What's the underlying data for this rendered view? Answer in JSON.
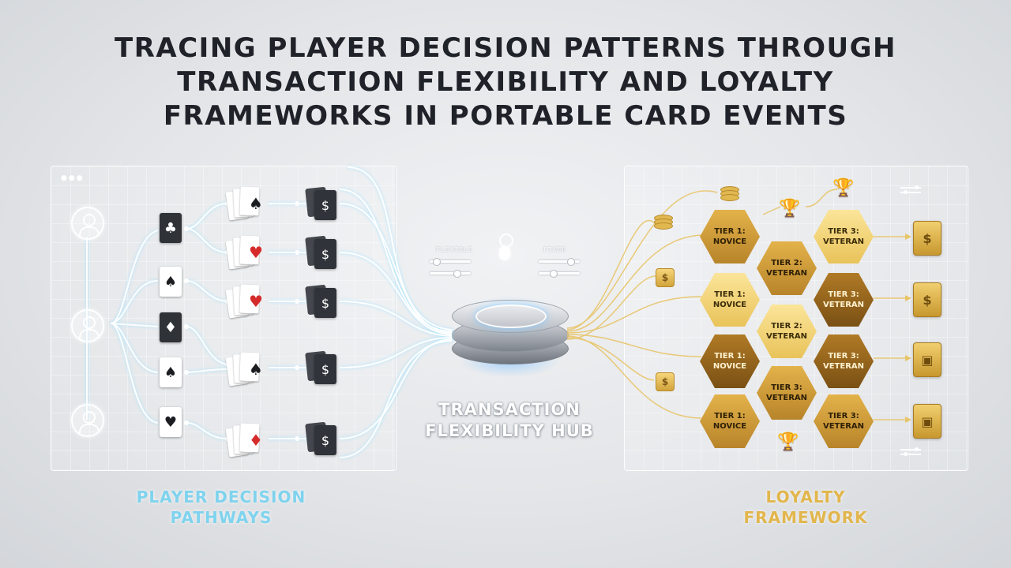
{
  "title": {
    "line1": "TRACING PLAYER DECISION PATTERNS THROUGH",
    "line2": "TRANSACTION FLEXIBILITY AND LOYALTY",
    "line3": "FRAMEWORKS IN PORTABLE CARD EVENTS"
  },
  "left_panel": {
    "label_line1": "PLAYER DECISION",
    "label_line2": "PATHWAYS",
    "window_dots": "●●●"
  },
  "hub": {
    "label_line1": "TRANSACTION",
    "label_line2": "FLEXIBILITY HUB",
    "flexible_label": "FLEXIBLE",
    "fixed_label": "FIXED"
  },
  "right_panel": {
    "label_line1": "LOYALTY",
    "label_line2": "FRAMEWORK"
  },
  "tiers": {
    "t1": {
      "line1": "TIER 1:",
      "line2": "NOVICE"
    },
    "t2": {
      "line1": "TIER 2:",
      "line2": "VETERAN"
    },
    "t3": {
      "line1": "TIER 3:",
      "line2": "VETERAN"
    }
  },
  "suits": {
    "spade": "♠",
    "heart": "♥",
    "diamond": "♦",
    "club": "♣",
    "dollar": "$"
  },
  "icons": [
    "user-icon",
    "playing-card-icon",
    "dollar-card-icon",
    "coin-stack-icon",
    "trophy-icon",
    "lock-icon"
  ],
  "colors": {
    "cyan": "#7fd3ee",
    "gold": "#e2b64c",
    "dark": "#1f2329"
  }
}
